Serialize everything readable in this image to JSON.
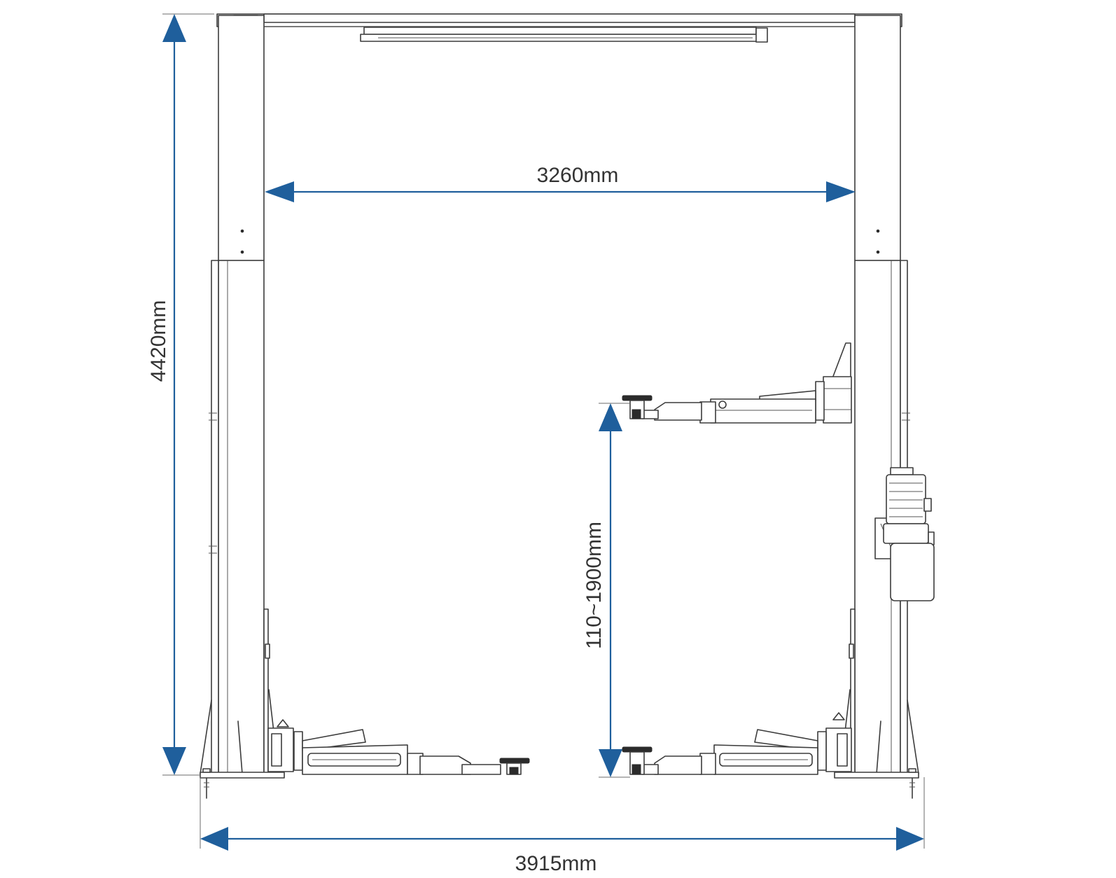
{
  "colors": {
    "dimension": "#1f5f9c",
    "outline": "#3c3c3c",
    "background": "#ffffff"
  },
  "dimensions": {
    "inner_width": "3260mm",
    "overall_height": "4420mm",
    "lift_range": "110~1900mm",
    "overall_width": "3915mm"
  }
}
